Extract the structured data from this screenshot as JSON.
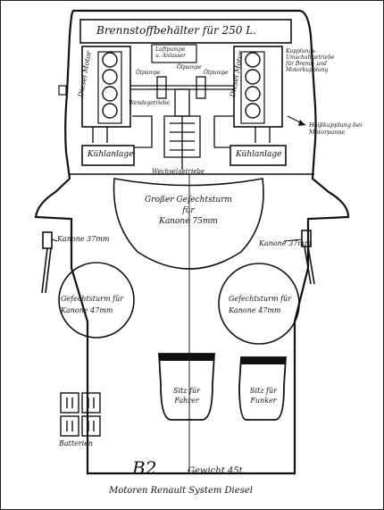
{
  "diagram": {
    "fuel_tank": "Brennstoffbehälter für 250 L.",
    "engine_left": "Diesel Motor",
    "engine_right": "Diesel Motor",
    "fuel_pump_label": "Luftpumpe\nu. Anlasser",
    "oil_pump_left": "Ölpumpe",
    "oil_pump_center": "Ölpumpe",
    "oil_pump_right": "Ölpumpe",
    "changeover": "Wendegetriebe",
    "clutch_right": "Kupplungs-Umschaltgetriebe für Brems- und Motorkupplung",
    "hot_coupling": "Heißkupplung bei Motorpanne",
    "radiator_left": "Kühlanlage",
    "radiator_right": "Kühlanlage",
    "gearbox": "Wechselgetriebe",
    "turret_big": "Großer Gefechtsturm\nfür\nKanone 75mm",
    "mg_left": "Kanone 37mm",
    "mg_right": "Kanone 37mm",
    "turret_left": "Gefechtsturm für\nKanone 47mm",
    "turret_right": "Gefechtsturm für\nKanone 47mm",
    "seat_driver": "Sitz für\nFahrer",
    "seat_radio": "Sitz für\nFunker",
    "batteries": "Batterien",
    "title": "B2",
    "weight": "Gewicht 45t.",
    "engines": "Motoren Renault System Diesel"
  }
}
